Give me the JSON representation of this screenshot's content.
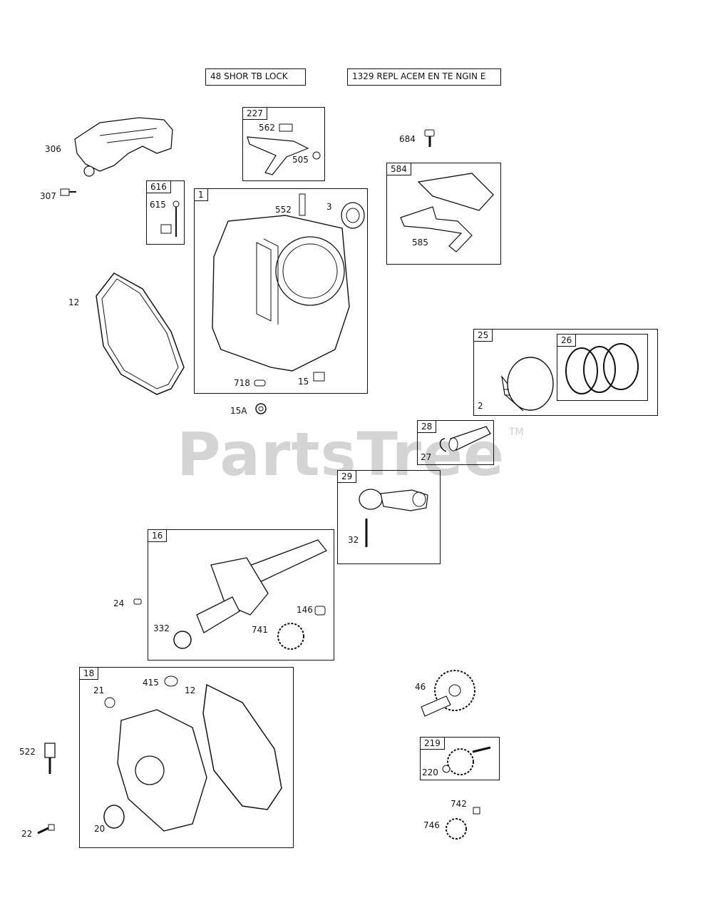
{
  "header": {
    "box_a": "48 SHOR TB LOCK",
    "box_b": "1329 REPL ACEM EN TE NGIN E"
  },
  "watermark": {
    "brand": "PartsTree",
    "mark": "TM"
  },
  "groups": {
    "g227": "227",
    "g616": "616",
    "g1": "1",
    "g584": "584",
    "g25": "25",
    "g26": "26",
    "g28": "28",
    "g29": "29",
    "g16": "16",
    "g18": "18",
    "g219": "219"
  },
  "labels": {
    "p306": "306",
    "p307": "307",
    "p615": "615",
    "p562": "562",
    "p505": "505",
    "p684": "684",
    "p552": "552",
    "p3": "3",
    "p585": "585",
    "p12a": "12",
    "p718": "718",
    "p15": "15",
    "p15A": "15A",
    "p2": "2",
    "p27": "27",
    "p32": "32",
    "p24": "24",
    "p332": "332",
    "p741": "741",
    "p146": "146",
    "p21": "21",
    "p415": "415",
    "p12b": "12",
    "p522": "522",
    "p20": "20",
    "p22": "22",
    "p46": "46",
    "p220": "220",
    "p742": "742",
    "p746": "746"
  }
}
